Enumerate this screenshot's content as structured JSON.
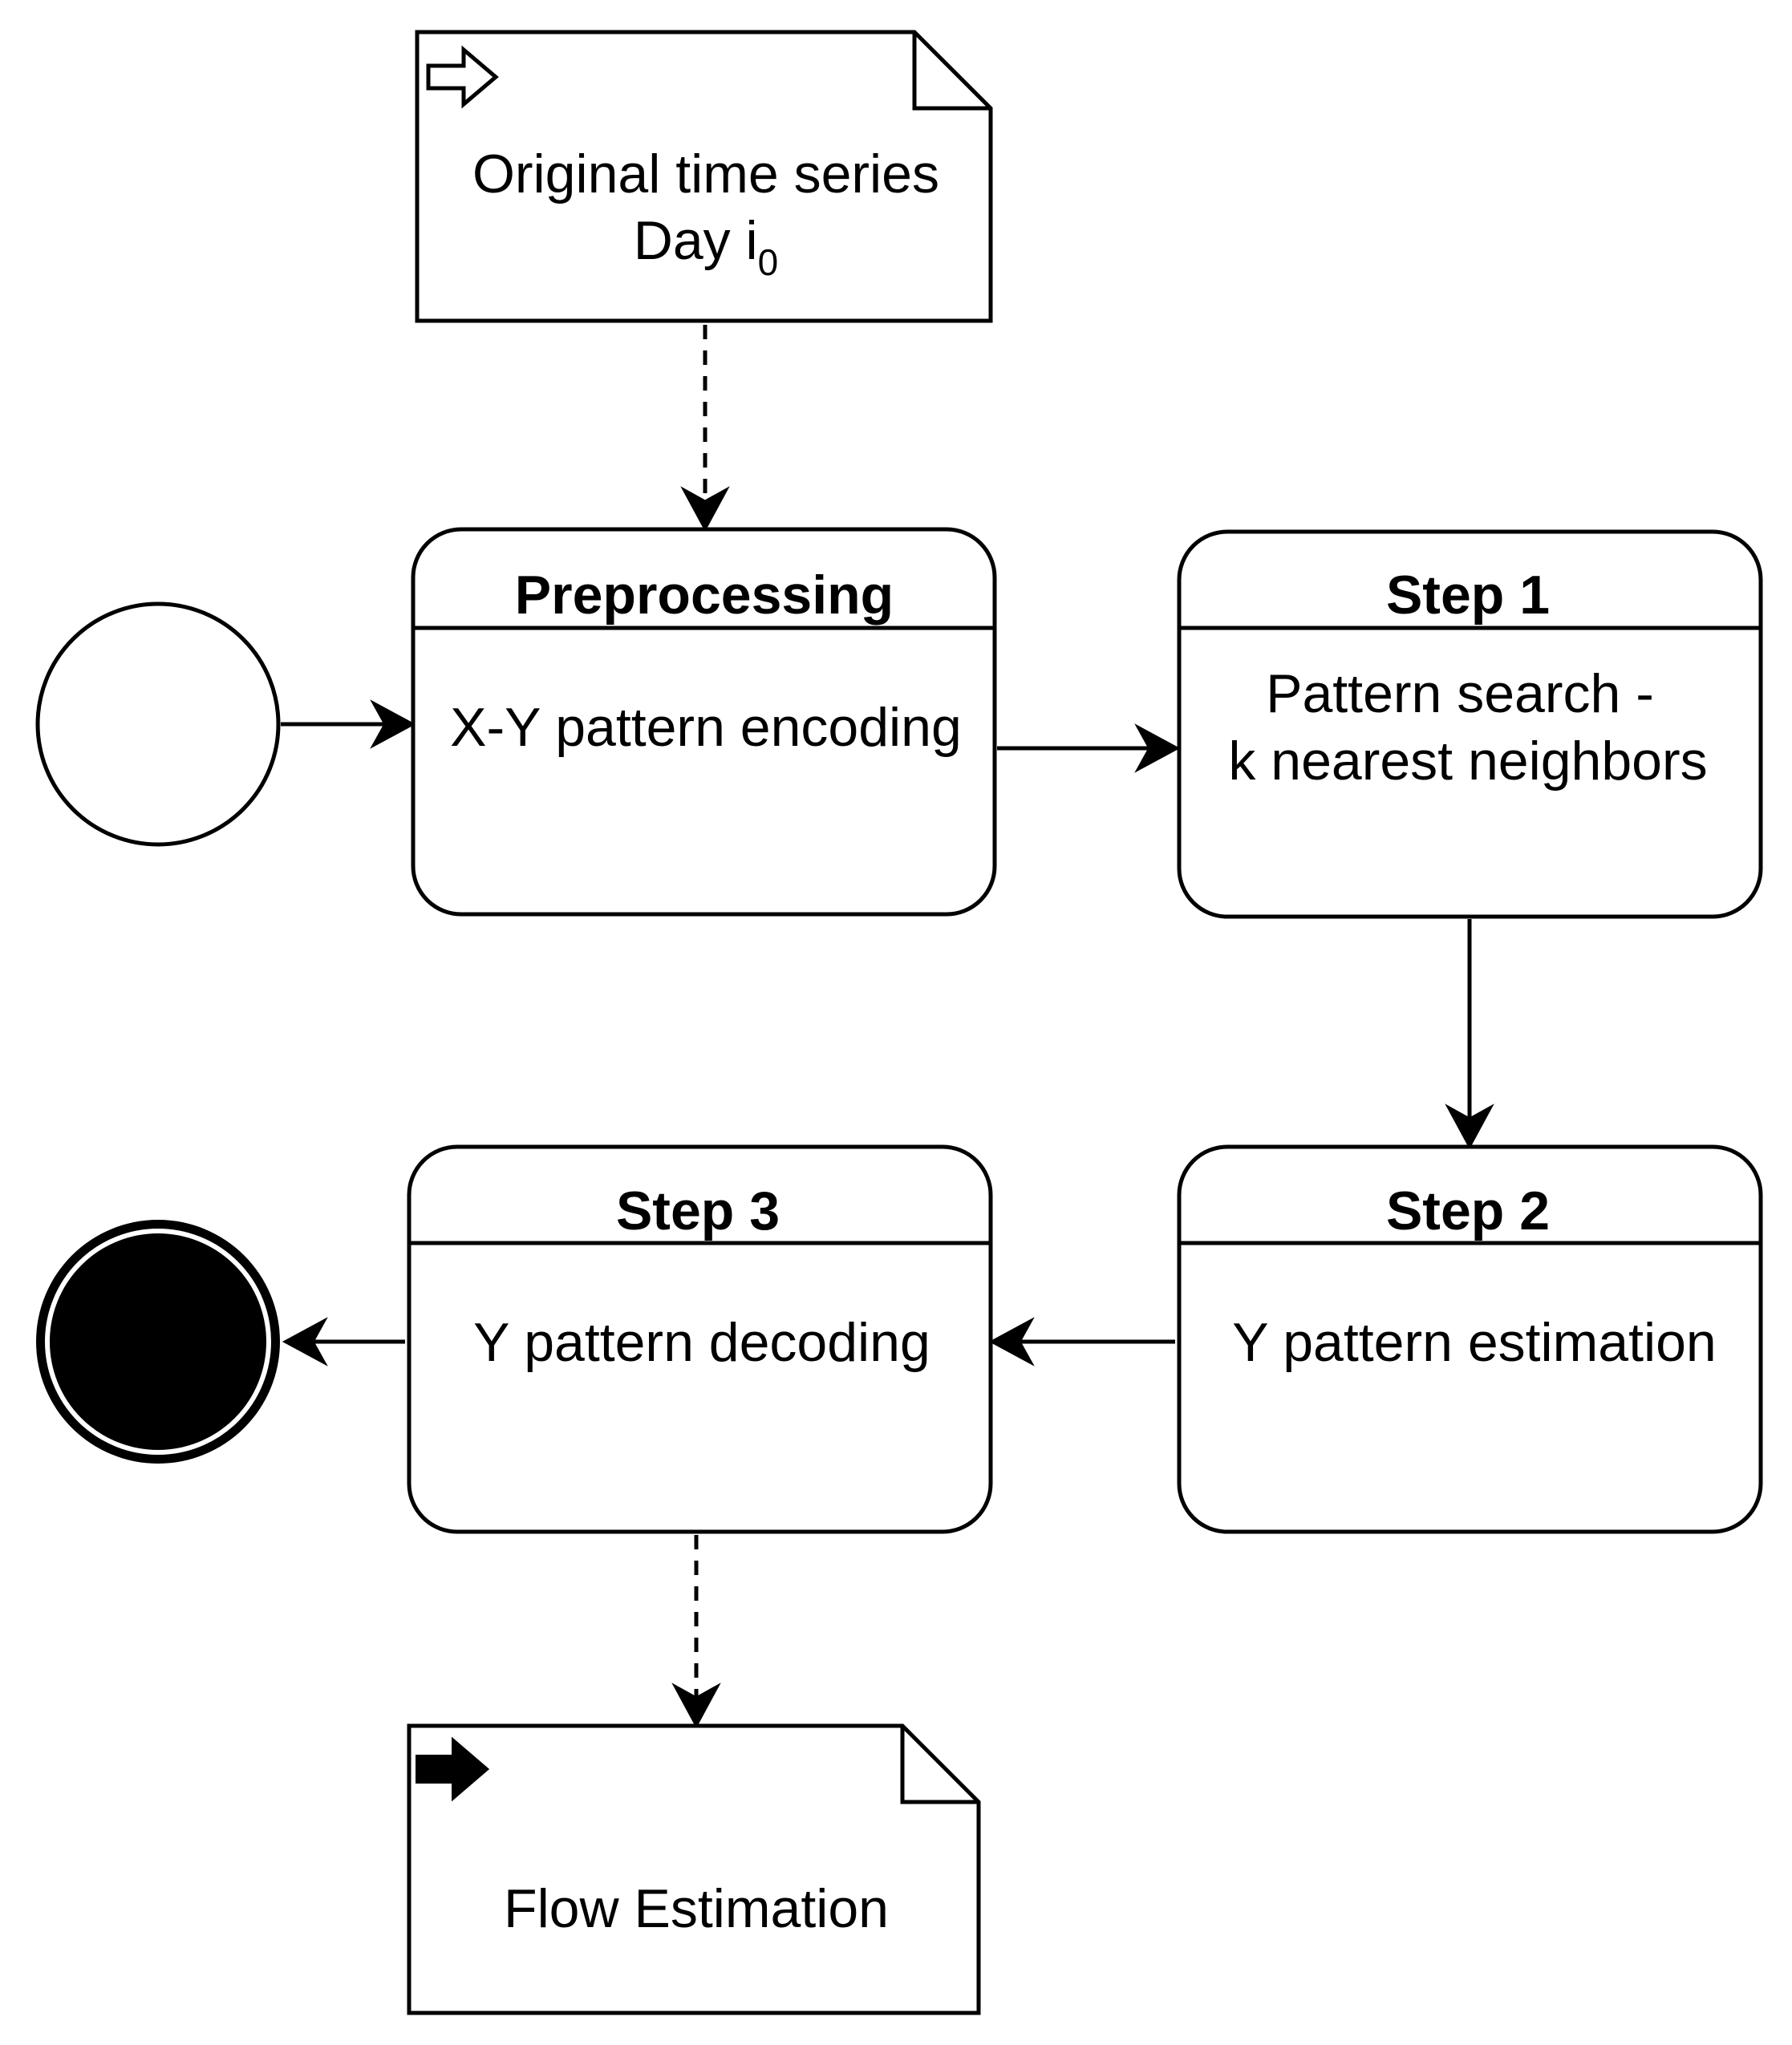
{
  "input_note": {
    "line1": "Original time series",
    "line2": "Day i",
    "line2_sub": "0",
    "icon": "hollow-arrow-right-icon"
  },
  "preprocessing": {
    "title": "Preprocessing",
    "body": "X-Y pattern encoding"
  },
  "step1": {
    "title": "Step 1",
    "body_line1": "Pattern search -",
    "body_line2": "k nearest neighbors"
  },
  "step2": {
    "title": "Step 2",
    "body": "Y pattern estimation"
  },
  "step3": {
    "title": "Step 3",
    "body": "Y pattern decoding"
  },
  "output_note": {
    "label": "Flow Estimation",
    "icon": "filled-arrow-right-icon"
  },
  "colors": {
    "stroke": "#000000",
    "fill": "#ffffff",
    "final_node": "#000000"
  }
}
